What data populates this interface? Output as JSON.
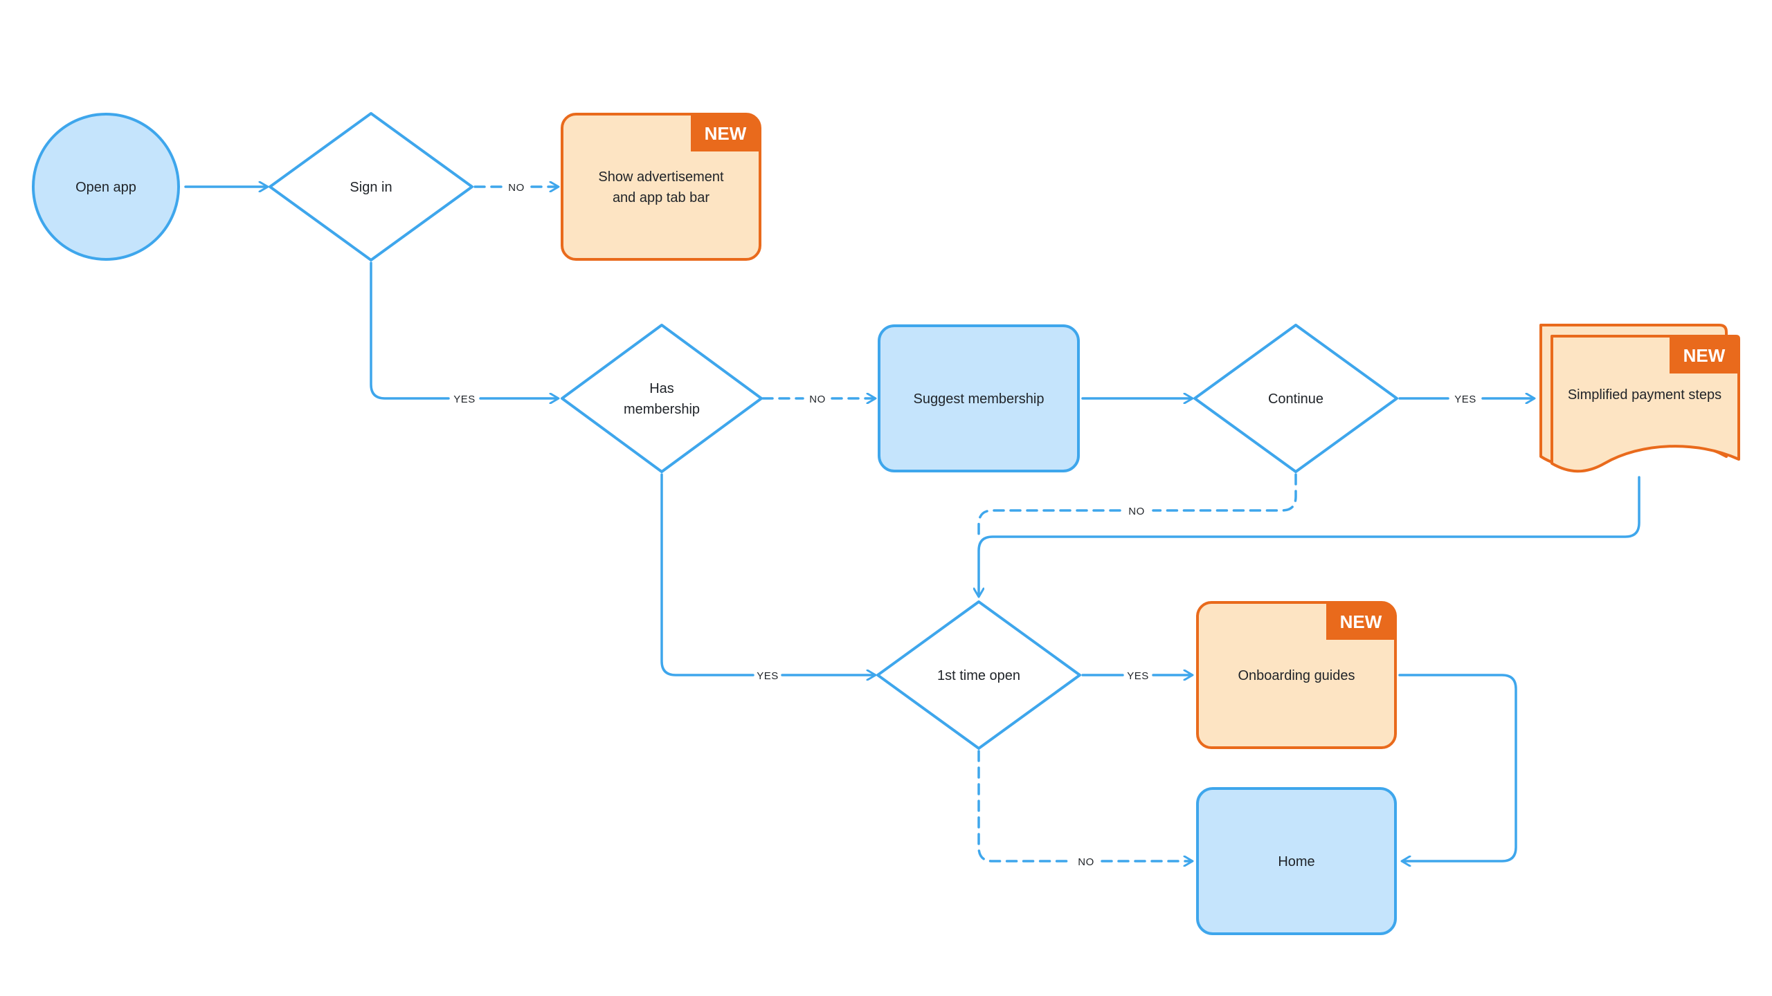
{
  "colors": {
    "flow_line": "#3ea6ec",
    "blue_fill": "#c5e4fc",
    "blue_stroke": "#3ea6ec",
    "orange_fill": "#fde4c3",
    "orange_stroke": "#e96a1c",
    "badge_fill": "#e96a1c",
    "white_fill": "#ffffff"
  },
  "nodes": {
    "open_app": {
      "label": "Open app",
      "shape": "circle",
      "style": "blue"
    },
    "sign_in": {
      "label": "Sign in",
      "shape": "diamond",
      "style": "white"
    },
    "show_ad": {
      "label_line1": "Show advertisement",
      "label_line2": "and app tab bar",
      "shape": "rounded-rect",
      "style": "orange",
      "badge": "NEW"
    },
    "has_membership": {
      "label_line1": "Has",
      "label_line2": "membership",
      "shape": "diamond",
      "style": "white"
    },
    "suggest_membership": {
      "label": "Suggest membership",
      "shape": "rounded-rect",
      "style": "blue"
    },
    "continue": {
      "label": "Continue",
      "shape": "diamond",
      "style": "white"
    },
    "simplified_payment": {
      "label": "Simplified payment steps",
      "shape": "stacked-document",
      "style": "orange",
      "badge": "NEW"
    },
    "first_time_open": {
      "label": "1st time open",
      "shape": "diamond",
      "style": "white"
    },
    "onboarding": {
      "label": "Onboarding guides",
      "shape": "rounded-rect",
      "style": "orange",
      "badge": "NEW"
    },
    "home": {
      "label": "Home",
      "shape": "rounded-rect",
      "style": "blue"
    }
  },
  "edges": {
    "open_to_signin": {
      "from": "Open app",
      "to": "Sign in",
      "label": "",
      "dashed": false
    },
    "signin_no": {
      "from": "Sign in",
      "to": "Show advertisement and app tab bar",
      "label": "NO",
      "dashed": true
    },
    "signin_yes": {
      "from": "Sign in",
      "to": "Has membership",
      "label": "YES",
      "dashed": false
    },
    "membership_no": {
      "from": "Has membership",
      "to": "Suggest membership",
      "label": "NO",
      "dashed": true
    },
    "suggest_to_continue": {
      "from": "Suggest membership",
      "to": "Continue",
      "label": "",
      "dashed": false
    },
    "continue_yes": {
      "from": "Continue",
      "to": "Simplified payment steps",
      "label": "YES",
      "dashed": false
    },
    "continue_no": {
      "from": "Continue",
      "to": "1st time open",
      "label": "NO",
      "dashed": true
    },
    "payment_to_first": {
      "from": "Simplified payment steps",
      "to": "1st time open",
      "label": "",
      "dashed": false
    },
    "membership_yes": {
      "from": "Has membership",
      "to": "1st time open",
      "label": "YES",
      "dashed": false
    },
    "first_yes": {
      "from": "1st time open",
      "to": "Onboarding guides",
      "label": "YES",
      "dashed": false
    },
    "first_no": {
      "from": "1st time open",
      "to": "Home",
      "label": "NO",
      "dashed": true
    },
    "onboarding_to_home": {
      "from": "Onboarding guides",
      "to": "Home",
      "label": "",
      "dashed": false
    }
  }
}
